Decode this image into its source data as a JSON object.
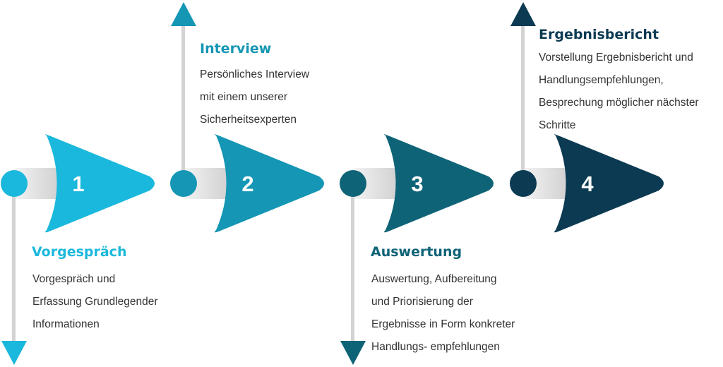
{
  "steps": [
    {
      "number": "1",
      "title": "Vorgespräch",
      "lines": [
        "Vorgespräch und",
        "Erfassung Grundlegender",
        "Informationen"
      ],
      "color": "#1ab8dc",
      "direction": "down"
    },
    {
      "number": "2",
      "title": "Interview",
      "lines": [
        "Persönliches Interview",
        "mit einem unserer",
        "Sicherheitsexperten"
      ],
      "color": "#1496b4",
      "direction": "up"
    },
    {
      "number": "3",
      "title": "Auswertung",
      "lines": [
        "Auswertung, Aufbereitung",
        "und Priorisierung der",
        "Ergebnisse in Form konkreter",
        "Handlungs- empfehlungen"
      ],
      "color": "#0e6377",
      "direction": "down"
    },
    {
      "number": "4",
      "title": "Ergebnisbericht",
      "lines": [
        "Vorstellung Ergebnisbericht und",
        "Handlungsempfehlungen,",
        "Besprechung möglicher nächster",
        "Schritte"
      ],
      "color": "#0b3a52",
      "direction": "up"
    }
  ],
  "colors": {
    "connector": "#d3d3d3",
    "neck": "#dcdcdc"
  }
}
